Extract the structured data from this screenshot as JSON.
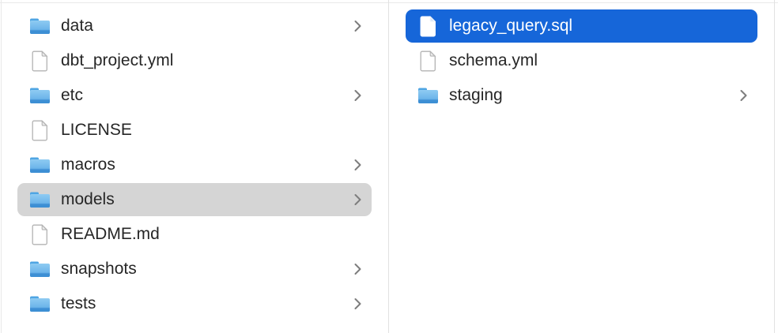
{
  "columns": [
    {
      "name": "parent-folder-column",
      "items": [
        {
          "label": "data",
          "type": "folder",
          "chevron": true,
          "selected": "none"
        },
        {
          "label": "dbt_project.yml",
          "type": "file",
          "chevron": false,
          "selected": "none"
        },
        {
          "label": "etc",
          "type": "folder",
          "chevron": true,
          "selected": "none"
        },
        {
          "label": "LICENSE",
          "type": "file",
          "chevron": false,
          "selected": "none"
        },
        {
          "label": "macros",
          "type": "folder",
          "chevron": true,
          "selected": "none"
        },
        {
          "label": "models",
          "type": "folder",
          "chevron": true,
          "selected": "inactive"
        },
        {
          "label": "README.md",
          "type": "file",
          "chevron": false,
          "selected": "none"
        },
        {
          "label": "snapshots",
          "type": "folder",
          "chevron": true,
          "selected": "none"
        },
        {
          "label": "tests",
          "type": "folder",
          "chevron": true,
          "selected": "none"
        }
      ]
    },
    {
      "name": "child-folder-column",
      "items": [
        {
          "label": "legacy_query.sql",
          "type": "file",
          "chevron": false,
          "selected": "active"
        },
        {
          "label": "schema.yml",
          "type": "file",
          "chevron": false,
          "selected": "none"
        },
        {
          "label": "staging",
          "type": "folder",
          "chevron": true,
          "selected": "none"
        }
      ]
    }
  ],
  "icons": {
    "folder": "folder-icon",
    "file": "document-icon",
    "chevron": "chevron-right-icon"
  },
  "colors": {
    "background": "#ffffff",
    "selection_active": "#1666d9",
    "selection_inactive": "#d5d5d5",
    "text": "#262626",
    "text_selected": "#ffffff",
    "divider": "#e2e2e2",
    "chevron": "#7d7d7d",
    "folder_blue_light": "#8fcbf2",
    "folder_blue_dark": "#3d8fd4"
  }
}
